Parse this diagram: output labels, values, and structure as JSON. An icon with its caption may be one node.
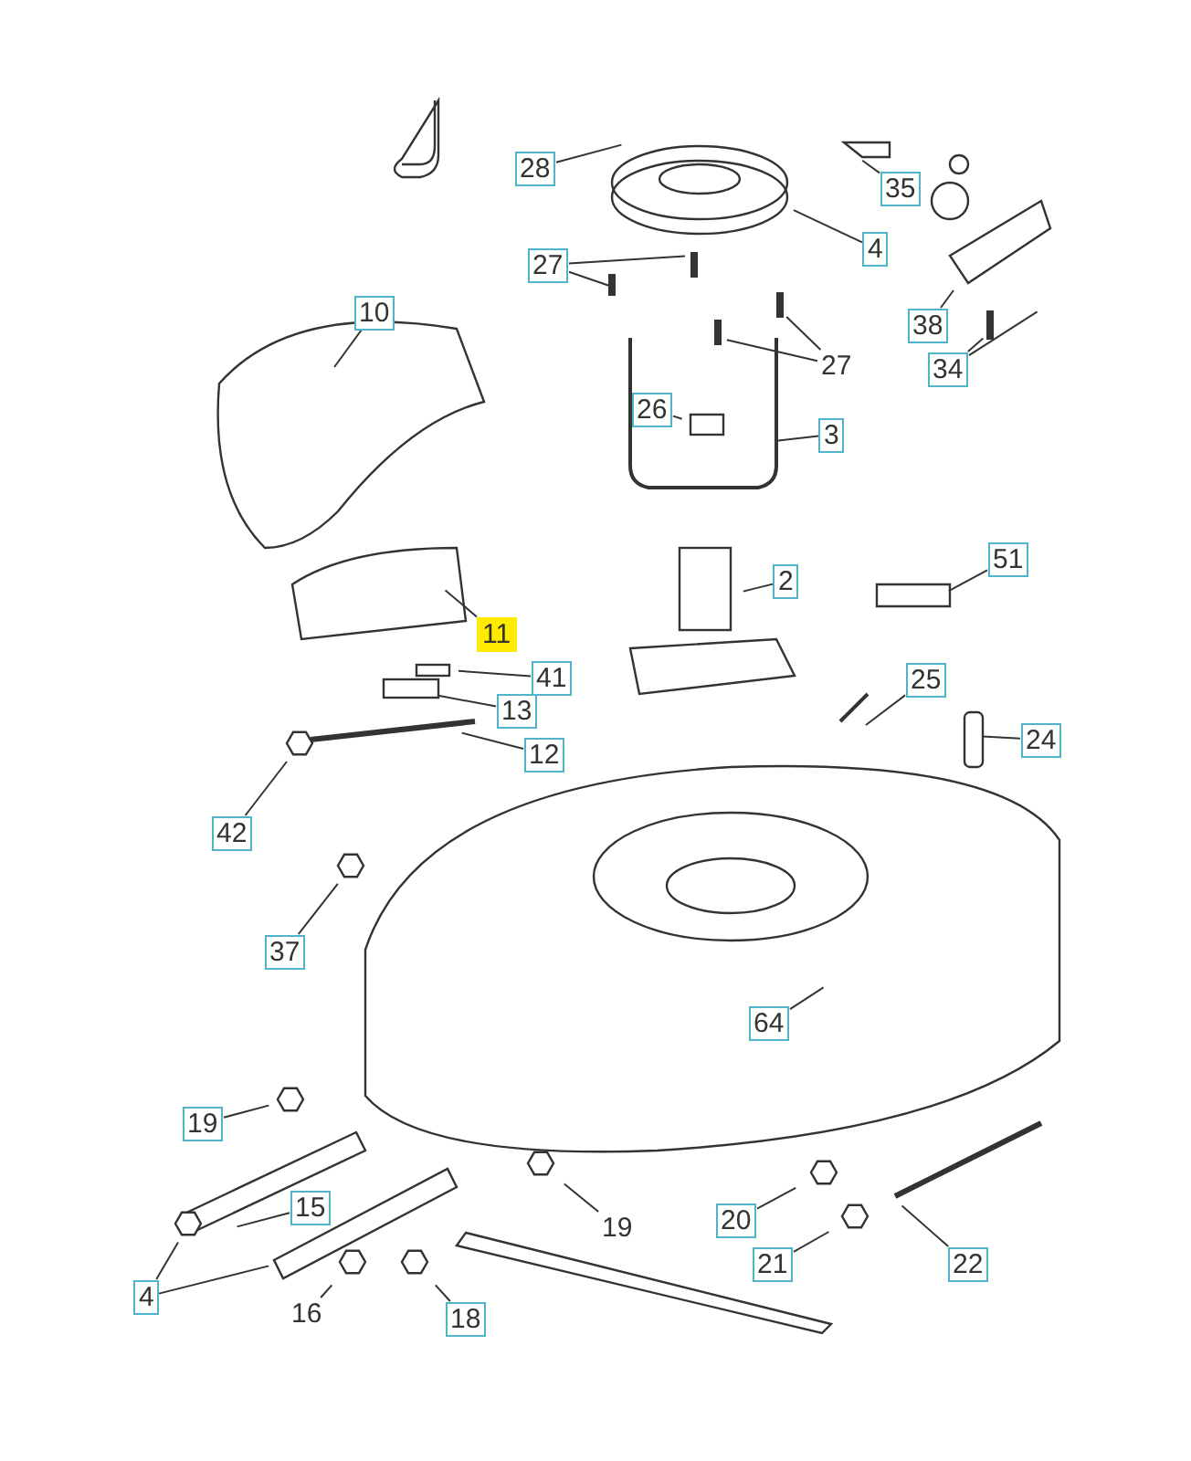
{
  "diagram": {
    "nodes": [
      {
        "text": [
          "28"
        ]
      },
      {
        "text": [
          "35"
        ]
      },
      {
        "text": [
          "4"
        ]
      },
      {
        "text": [
          "27"
        ]
      },
      {
        "text": [
          "10"
        ]
      },
      {
        "text": [
          "27"
        ]
      },
      {
        "text": [
          "38"
        ]
      },
      {
        "text": [
          "34"
        ]
      },
      {
        "text": [
          "26"
        ]
      },
      {
        "text": [
          "3"
        ]
      },
      {
        "text": [
          "2"
        ]
      },
      {
        "text": [
          "51"
        ]
      },
      {
        "text": [
          "11"
        ]
      },
      {
        "text": [
          "41"
        ]
      },
      {
        "text": [
          "13"
        ]
      },
      {
        "text": [
          "12"
        ]
      },
      {
        "text": [
          "25"
        ]
      },
      {
        "text": [
          "24"
        ]
      },
      {
        "text": [
          "42"
        ]
      },
      {
        "text": [
          "37"
        ]
      },
      {
        "text": [
          "64"
        ]
      },
      {
        "text": [
          "19"
        ]
      },
      {
        "text": [
          "15"
        ]
      },
      {
        "text": [
          "19"
        ]
      },
      {
        "text": [
          "20"
        ]
      },
      {
        "text": [
          "21"
        ]
      },
      {
        "text": [
          "22"
        ]
      },
      {
        "text": [
          "4"
        ]
      },
      {
        "text": [
          "16"
        ]
      },
      {
        "text": [
          "18"
        ]
      }
    ],
    "edges": [
      {
        "from": 0,
        "to": null,
        "arrow": "none"
      },
      {
        "from": 1,
        "to": null,
        "arrow": "none"
      },
      {
        "from": 2,
        "to": null,
        "arrow": "none"
      },
      {
        "from": 3,
        "to": null,
        "arrow": "none"
      },
      {
        "from": 3,
        "to": null,
        "arrow": "none"
      },
      {
        "from": 4,
        "to": null,
        "arrow": "none"
      },
      {
        "from": 5,
        "to": null,
        "arrow": "none"
      },
      {
        "from": 5,
        "to": null,
        "arrow": "none"
      },
      {
        "from": 6,
        "to": null,
        "arrow": "none"
      },
      {
        "from": 7,
        "to": null,
        "arrow": "none"
      },
      {
        "from": 7,
        "to": null,
        "arrow": "none"
      },
      {
        "from": 8,
        "to": null,
        "arrow": "none"
      },
      {
        "from": 9,
        "to": null,
        "arrow": "none"
      },
      {
        "from": 10,
        "to": null,
        "arrow": "none"
      },
      {
        "from": 11,
        "to": null,
        "arrow": "none"
      },
      {
        "from": 12,
        "to": null,
        "arrow": "none"
      },
      {
        "from": 13,
        "to": null,
        "arrow": "none"
      },
      {
        "from": 14,
        "to": null,
        "arrow": "none"
      },
      {
        "from": 15,
        "to": null,
        "arrow": "none"
      },
      {
        "from": 16,
        "to": null,
        "arrow": "none"
      },
      {
        "from": 17,
        "to": null,
        "arrow": "none"
      },
      {
        "from": 18,
        "to": null,
        "arrow": "none"
      },
      {
        "from": 19,
        "to": null,
        "arrow": "none"
      },
      {
        "from": 20,
        "to": null,
        "arrow": "none"
      },
      {
        "from": 21,
        "to": null,
        "arrow": "none"
      },
      {
        "from": 22,
        "to": null,
        "arrow": "none"
      },
      {
        "from": 23,
        "to": null,
        "arrow": "none"
      },
      {
        "from": 24,
        "to": null,
        "arrow": "none"
      },
      {
        "from": 25,
        "to": null,
        "arrow": "none"
      },
      {
        "from": 26,
        "to": null,
        "arrow": "none"
      },
      {
        "from": 27,
        "to": null,
        "arrow": "none"
      },
      {
        "from": 27,
        "to": null,
        "arrow": "none"
      },
      {
        "from": 28,
        "to": null,
        "arrow": "none"
      },
      {
        "from": 29,
        "to": null,
        "arrow": "none"
      }
    ]
  }
}
